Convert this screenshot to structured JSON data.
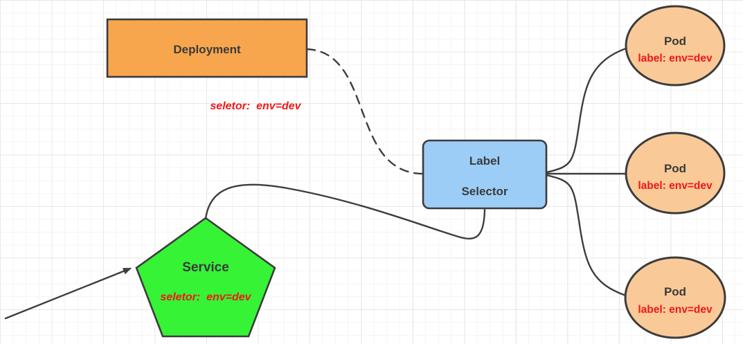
{
  "nodes": {
    "deployment": {
      "label": "Deployment",
      "note": "seletor:  env=dev"
    },
    "service": {
      "label": "Service",
      "note": "seletor:  env=dev"
    },
    "label_selector": {
      "line1": "Label",
      "line2": "Selector"
    },
    "pods": [
      {
        "name": "Pod",
        "label": "label: env=dev"
      },
      {
        "name": "Pod",
        "label": "label: env=dev"
      },
      {
        "name": "Pod",
        "label": "label: env=dev"
      }
    ]
  },
  "edges": {
    "deployment_to_selector": {
      "style": "dashed"
    },
    "service_to_selector": {
      "style": "solid"
    },
    "selector_to_pods": {
      "style": "solid",
      "count": 3
    },
    "arrow_into_service": {
      "style": "solid-arrow"
    }
  },
  "colors": {
    "deployment_fill": "#f7a64e",
    "service_fill": "#36f336",
    "selector_fill": "#9ccdf6",
    "pod_fill": "#f9c998",
    "edge_stroke": "#3d3d3d",
    "node_text": "#3a3a3a",
    "annotation_red": "#f21717"
  }
}
